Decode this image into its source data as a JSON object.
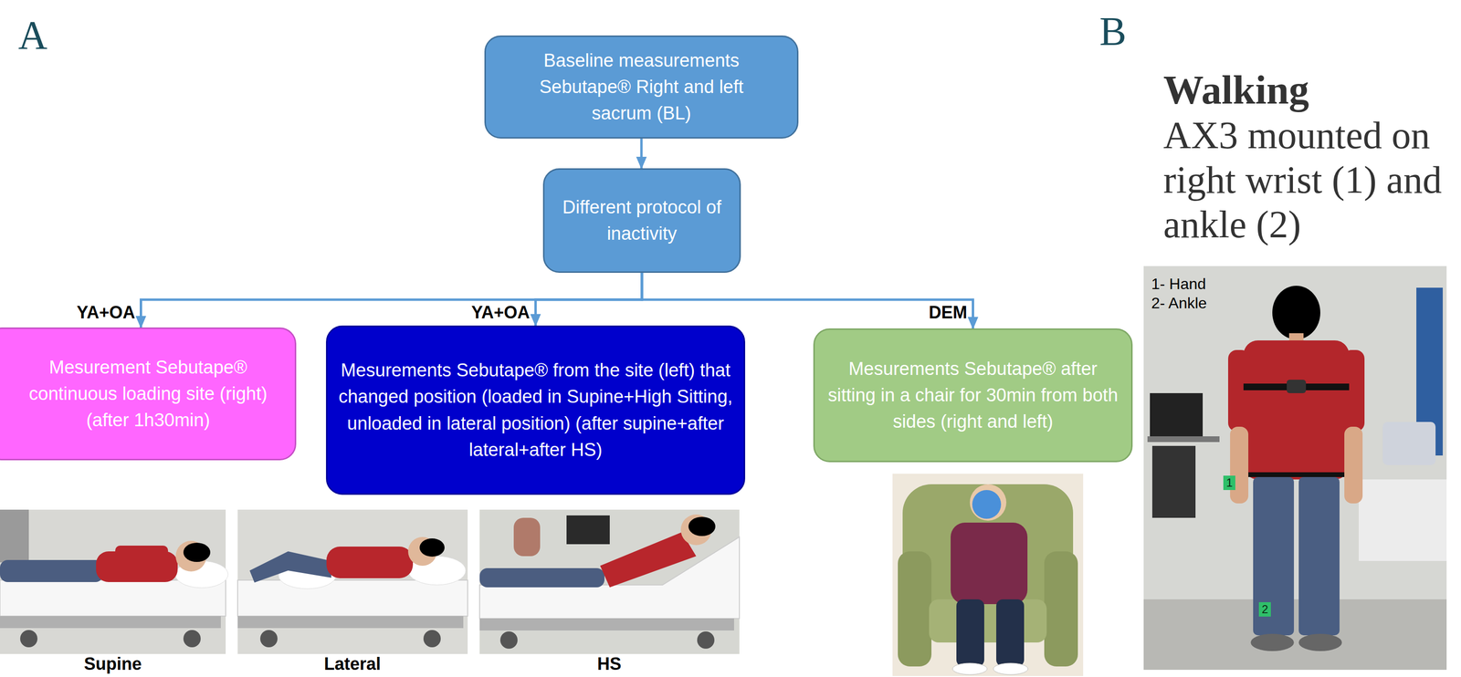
{
  "diagram": {
    "nodes": [
      {
        "text": [
          "Baseline measurements Sebutape® Right and left sacrum (BL)"
        ]
      },
      {
        "text": [
          "Different protocol of inactivity"
        ]
      },
      {
        "text": [
          "Mesurement Sebutape® continuous loading site (right) (after 1h30min)"
        ]
      },
      {
        "text": [
          "Mesurements Sebutape® from the site (left) that changed position (loaded in Supine+High Sitting, unloaded in lateral position) (after supine+after lateral+after HS)"
        ]
      },
      {
        "text": [
          "Mesurements Sebutape® after sitting in a chair for 30min from both sides (right and left)"
        ]
      }
    ],
    "edges": [
      {
        "from": 0,
        "to": 1,
        "arrow": "to"
      },
      {
        "from": 1,
        "to": 2,
        "label": "YA+OA",
        "arrow": "to"
      },
      {
        "from": 1,
        "to": 3,
        "label": "YA+OA",
        "arrow": "to"
      },
      {
        "from": 1,
        "to": 4,
        "label": "DEM",
        "arrow": "to"
      }
    ],
    "labels": [
      "A",
      "Supine",
      "Lateral",
      "HS",
      "B",
      "Walking",
      "AX3 mounted on right wrist (1) and ankle (2)",
      "1- Hand",
      "2- Ankle",
      "1",
      "2"
    ]
  }
}
